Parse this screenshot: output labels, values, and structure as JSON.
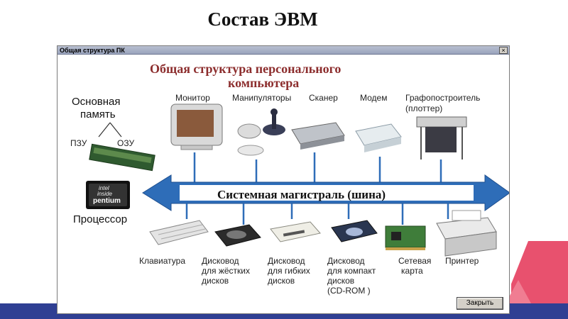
{
  "slide": {
    "title": "Состав ЭВМ"
  },
  "window": {
    "title": "Общая структура ПК",
    "close_glyph": "×",
    "close_button_label": "Закрыть"
  },
  "diagram": {
    "heading_line1": "Общая структура персонального",
    "heading_line2": "компьютера",
    "bus_label": "Системная магистраль (шина)",
    "memory": {
      "label_line1": "Основная",
      "label_line2": "память",
      "rom": "ПЗУ",
      "ram": "ОЗУ"
    },
    "processor": {
      "label": "Процессор",
      "chip_line1": "intel",
      "chip_line2": "inside",
      "chip_line3": "pentium"
    },
    "top_devices": {
      "monitor": "Монитор",
      "manipulators": "Манипуляторы",
      "scanner": "Сканер",
      "modem": "Модем",
      "plotter_line1": "Графопостроитель",
      "plotter_line2": "(плоттер)"
    },
    "bottom_devices": {
      "keyboard": "Клавиатура",
      "hdd_line1": "Дисковод",
      "hdd_line2": "для жёстких",
      "hdd_line3": "дисков",
      "fdd_line1": "Дисковод",
      "fdd_line2": "для гибких",
      "fdd_line3": "дисков",
      "cd_line1": "Дисковод",
      "cd_line2": "для компакт",
      "cd_line3": "дисков",
      "cd_line4": "(CD-ROM )",
      "network_line1": "Сетевая",
      "network_line2": "карта",
      "printer": "Принтер"
    }
  },
  "colors": {
    "bus_fill": "#2e6db8",
    "bus_inner": "#ffffff",
    "heading": "#8c2d2d",
    "deco_blue": "#2f3f93",
    "deco_pink": "#e8516e"
  }
}
